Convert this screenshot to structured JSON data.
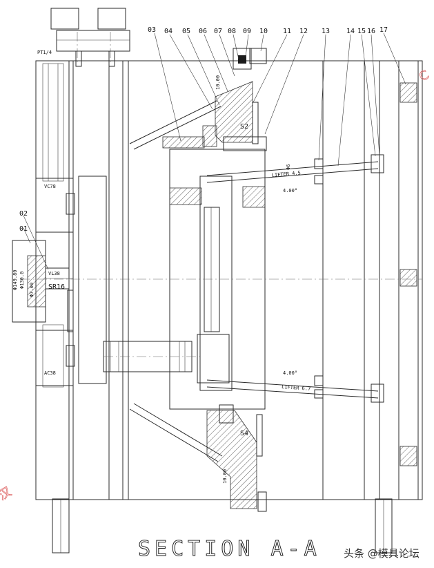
{
  "drawing": {
    "title": "SECTION A-A",
    "callouts": [
      "03",
      "04",
      "05",
      "06",
      "07",
      "08",
      "09",
      "10",
      "11",
      "12",
      "13",
      "14",
      "15",
      "16",
      "17",
      "02",
      "01"
    ],
    "labels": {
      "pt": "PT1/4",
      "vc_top": "VC78",
      "vc_bottom": "AC38",
      "sr": "SR16",
      "s2": "S2",
      "s4": "S4",
      "angle_top": "4.00°",
      "angle_bottom": "4.00°",
      "lifter_top": "LIFTER 4.5",
      "lifter_bottom": "LIFTER 6.7",
      "phi6": "Φ6",
      "dim_top": "10.00",
      "dim_bottom": "10.00",
      "d1": "Φ149.80",
      "d2": "Φ130.0",
      "d3": "Φ7.00",
      "insert_label": "VL38"
    },
    "watermark": "头条 @模具论坛",
    "edge_marks": {
      "right": "C",
      "left": "汉"
    }
  },
  "colors": {
    "line": "#2a2a2a",
    "watermark_red": "#e07070"
  }
}
